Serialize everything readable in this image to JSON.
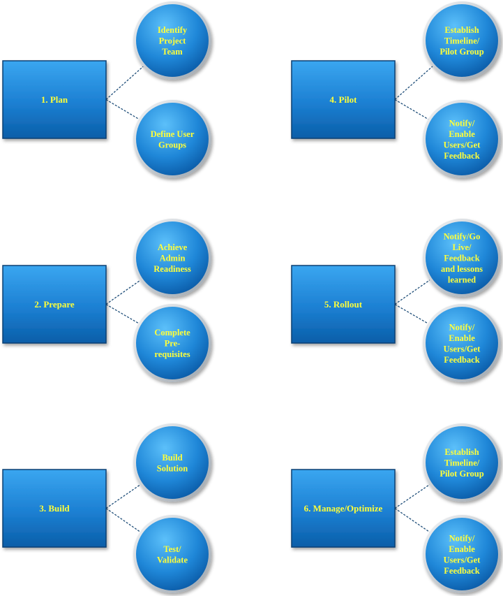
{
  "diagram": {
    "phases": [
      {
        "label": "1. Plan",
        "steps": [
          [
            "Identify",
            "Project",
            "Team"
          ],
          [
            "Define User",
            "Groups"
          ]
        ]
      },
      {
        "label": "2. Prepare",
        "steps": [
          [
            "Achieve",
            "Admin",
            "Readiness"
          ],
          [
            "Complete",
            "Pre-",
            "requisites"
          ]
        ]
      },
      {
        "label": "3. Build",
        "steps": [
          [
            "Build",
            "Solution"
          ],
          [
            "Test/",
            "Validate"
          ]
        ]
      },
      {
        "label": "4. Pilot",
        "steps": [
          [
            "Establish",
            "Timeline/",
            "Pilot Group"
          ],
          [
            "Notify/",
            "Enable",
            "Users/Get",
            "Feedback"
          ]
        ]
      },
      {
        "label": "5. Rollout",
        "steps": [
          [
            "Notify/Go",
            "Live/",
            "Feedback",
            "and lessons",
            "learned"
          ],
          [
            "Notify/",
            "Enable",
            "Users/Get",
            "Feedback"
          ]
        ]
      },
      {
        "label": "6. Manage/Optimize",
        "steps": [
          [
            "Establish",
            "Timeline/",
            "Pilot Group"
          ],
          [
            "Notify/",
            "Enable",
            "Users/Get",
            "Feedback"
          ]
        ]
      }
    ],
    "colors": {
      "box_fill_top": "#2f9be8",
      "box_fill_bottom": "#0a5ea8",
      "box_border": "#0b3f73",
      "circle_rim": "#d8dde2",
      "circle_fill_light": "#4fb3f5",
      "circle_fill_dark": "#0b66b8",
      "text": "#ffff3a",
      "connector": "#1f4e79"
    }
  }
}
